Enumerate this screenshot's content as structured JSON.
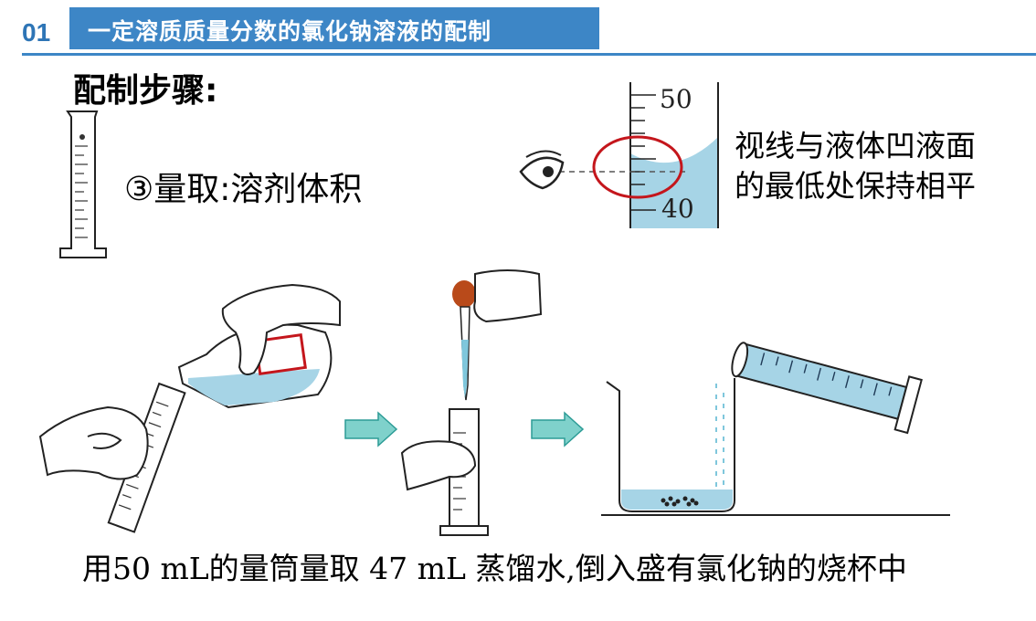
{
  "header": {
    "section_number": "01",
    "title": "一定溶质质量分数的氯化钠溶液的配制",
    "accent_color": "#3d86c6"
  },
  "content": {
    "steps_heading": "配制步骤:",
    "step3_label": "③量取:溶剂体积",
    "scale_top": "50",
    "scale_bottom": "40",
    "note_line1": "视线与液体凹液面",
    "note_line2": "的最低处保持相平",
    "caption": "用50 mL的量筒量取 47 mL 蒸馏水,倒入盛有氯化钠的烧杯中"
  },
  "icons": [
    "graduated-cylinder-icon",
    "eye-icon",
    "arrow-right-icon",
    "dropper-icon",
    "beaker-icon",
    "hand-icon",
    "reagent-bottle-icon"
  ],
  "colors": {
    "liquid": "#a6d4e6",
    "highlight_circle": "#c4161c",
    "arrow": "#5cbcb4"
  }
}
